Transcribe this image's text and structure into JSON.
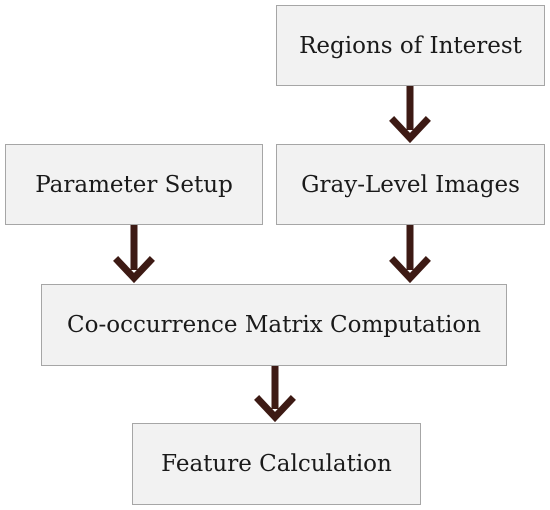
{
  "diagram": {
    "arrow_color": "#3d1a14",
    "box_fill": "#f2f2f2",
    "box_border": "#a6a6a6",
    "nodes": {
      "regions_of_interest": "Regions of Interest",
      "parameter_setup": "Parameter Setup",
      "gray_level_images": "Gray-Level Images",
      "cooccurrence_matrix": "Co-occurrence Matrix Computation",
      "feature_calculation": "Feature Calculation"
    },
    "edges": [
      {
        "from": "Regions of Interest",
        "to": "Gray-Level Images"
      },
      {
        "from": "Parameter Setup",
        "to": "Co-occurrence Matrix Computation"
      },
      {
        "from": "Gray-Level Images",
        "to": "Co-occurrence Matrix Computation"
      },
      {
        "from": "Co-occurrence Matrix Computation",
        "to": "Feature Calculation"
      }
    ]
  }
}
